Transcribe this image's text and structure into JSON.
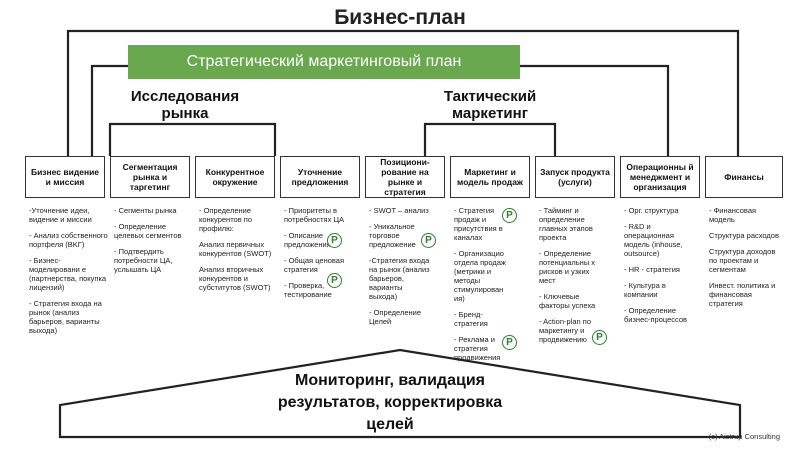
{
  "title": "Бизнес-план",
  "strategic_plan": "Стратегический маркетинговый план",
  "groups": {
    "research": "Исследования рынка",
    "tactical": "Тактический маркетинг"
  },
  "columns": [
    {
      "header": "Бизнес видение и миссия",
      "items": [
        "-Уточнение идеи, видение и миссии",
        "- Анализ собственного портфеля (BKГ)",
        "- Бизнес-моделировани е (партнерства, покупка лицензий)",
        "- Стратегия входа на рынок (анализ барьеров, варианты выхода)"
      ]
    },
    {
      "header": "Сегментация рынка и таргетинг",
      "items": [
        "- Сегменты рынка",
        "- Определение целевых сегментов",
        "- Подтвердить потребности ЦА, услышать ЦА"
      ]
    },
    {
      "header": "Конкурентное окружение",
      "items": [
        "- Определение конкурентов по профилю:",
        "Анализ первичных конкурентов (SWOT)",
        "Анализ вторичных конкурентов и субститутов (SWOT)"
      ]
    },
    {
      "header": "Уточнение предложения",
      "items": [
        "- Приоритеты в потребностях ЦА",
        "- Описание предложения",
        "- Общая ценовая стратегия",
        "- Проверка, тестирование"
      ]
    },
    {
      "header": "Позициони-рование на рынке и стратегия",
      "items": [
        "- SWOT – анализ",
        "- Уникальное торговое предложение",
        "-Стратегия входа на рынок (анализ барьеров, варианты выхода)",
        "- Определение Целей"
      ]
    },
    {
      "header": "Маркетинг и модель продаж",
      "items": [
        "- Стратегия продаж и присутствия в каналах",
        "- Организацио отдела продаж (метрики и методы стимулирован ия)",
        "- Бренд-стратегия",
        "- Реклама и стратегия продвижения"
      ]
    },
    {
      "header": "Запуск продукта (услуги)",
      "items": [
        "- Тайминг и определение главных этапов проекта",
        "- Определение потенциальны х рисков и узких мест",
        "- Ключевые факторы успеха",
        "- Action-plan по маркетингу и продвижению"
      ]
    },
    {
      "header": "Операционны й менеджмент и организация",
      "items": [
        "- Орг. структура",
        "- R&D и операционная модель (inhouse, outsource)",
        "- HR - стратегия",
        "- Культура в компании",
        "- Определение бизнес-процессов"
      ]
    },
    {
      "header": "Финансы",
      "items": [
        "- Финансовая модель",
        "Структура расходов",
        "Структура доходов по проектам и сегментам",
        "Инвест. политика и финансовая стратегия"
      ]
    }
  ],
  "badge_label": "P",
  "monitoring": [
    "Мониторинг, валидация",
    "результатов, корректировка",
    "целей"
  ],
  "credit": "(c) Aistrup Consulting"
}
